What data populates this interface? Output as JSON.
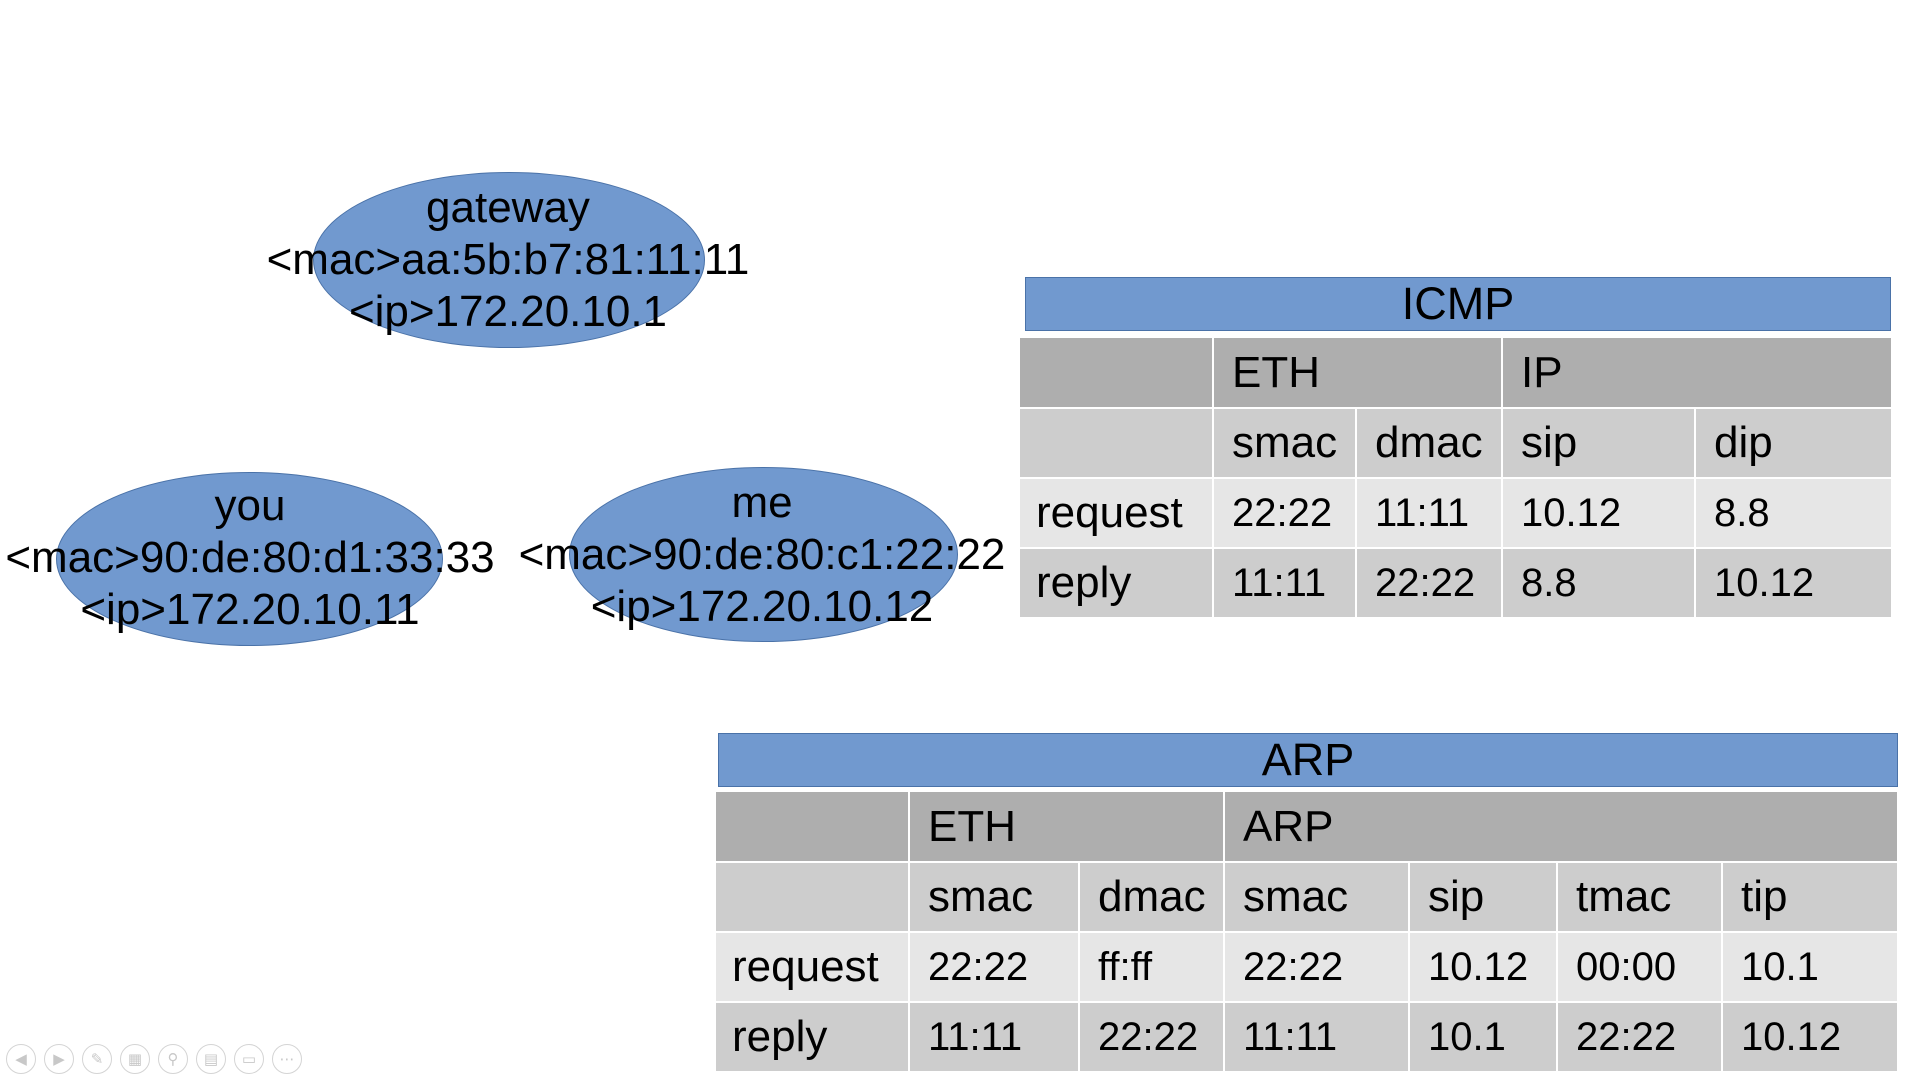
{
  "nodes": [
    {
      "id": "gateway",
      "name": "gateway",
      "mac": "<mac>aa:5b:b7:81:11:11",
      "ip": "<ip>172.20.10.1"
    },
    {
      "id": "you",
      "name": "you",
      "mac": "<mac>90:de:80:d1:33:33",
      "ip": "<ip>172.20.10.11"
    },
    {
      "id": "me",
      "name": "me",
      "mac": "<mac>90:de:80:c1:22:22",
      "ip": "<ip>172.20.10.12"
    }
  ],
  "icmp": {
    "title": "ICMP",
    "groups": [
      "",
      "ETH",
      "IP"
    ],
    "columns": [
      "",
      "smac",
      "dmac",
      "sip",
      "dip"
    ],
    "rows": [
      [
        "request",
        "22:22",
        "11:11",
        "10.12",
        "8.8"
      ],
      [
        "reply",
        "11:11",
        "22:22",
        "8.8",
        "10.12"
      ]
    ]
  },
  "arp": {
    "title": "ARP",
    "groups": [
      "",
      "ETH",
      "ARP"
    ],
    "columns": [
      "",
      "smac",
      "dmac",
      "smac",
      "sip",
      "tmac",
      "tip"
    ],
    "rows": [
      [
        "request",
        "22:22",
        "ff:ff",
        "22:22",
        "10.12",
        "00:00",
        "10.1"
      ],
      [
        "reply",
        "11:11",
        "22:22",
        "11:11",
        "10.1",
        "22:22",
        "10.12"
      ]
    ]
  },
  "colors": {
    "node_fill": "#7199cf",
    "header_dark": "#aeaeae",
    "header_light": "#cdcdcd",
    "row_light": "#e6e6e6"
  },
  "toolbar": {
    "icons": [
      "previous-icon",
      "next-icon",
      "pen-icon",
      "slides-icon",
      "zoom-icon",
      "subtitles-icon",
      "video-off-icon",
      "more-icon"
    ]
  }
}
